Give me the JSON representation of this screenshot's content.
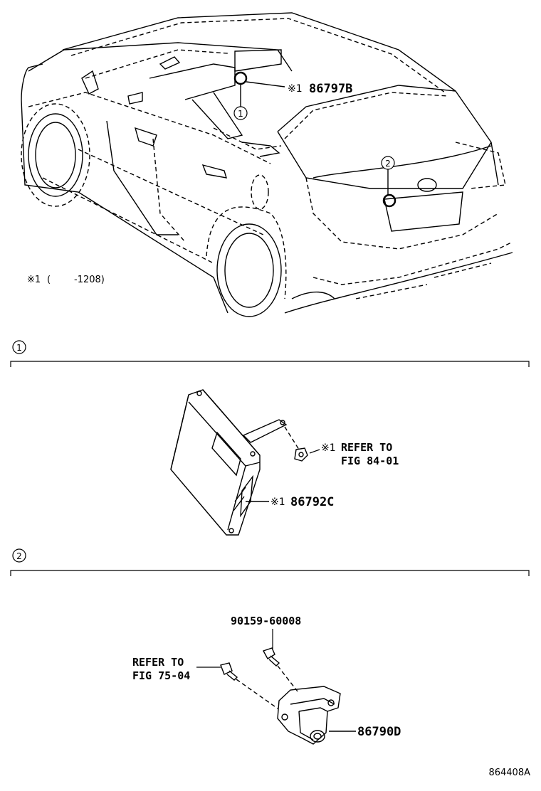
{
  "overview": {
    "callout_1": "1",
    "callout_2": "2",
    "label_main": "86797B",
    "mark": "※1",
    "footnote_mark": "※1",
    "footnote_paren_open": "(",
    "footnote_code": "-1208)"
  },
  "section_1": {
    "number": "1",
    "part_label": "86792C",
    "part_mark": "※1",
    "ref_mark": "※1",
    "ref_line1": "REFER TO",
    "ref_line2": "FIG 84-01"
  },
  "section_2": {
    "number": "2",
    "bolt_label": "90159-60008",
    "ref_line1": "REFER TO",
    "ref_line2": "FIG 75-04",
    "part_label": "86790D"
  },
  "figure_id": "864408A"
}
